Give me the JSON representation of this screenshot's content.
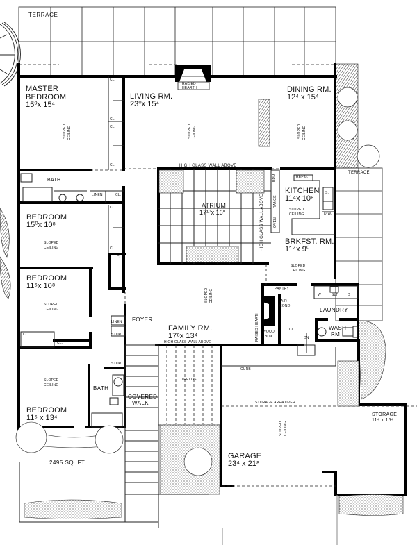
{
  "plan": {
    "total_area": "2495 SQ. FT.",
    "rooms": {
      "master_bedroom": {
        "name_line1": "MASTER",
        "name_line2": "BEDROOM",
        "dims": "15⁰x 15⁴"
      },
      "living_room": {
        "name": "LIVING RM.",
        "dims": "23⁰x 15⁴"
      },
      "dining_room": {
        "name": "DINING RM.",
        "dims": "12⁴ x 15⁴"
      },
      "kitchen": {
        "name": "KITCHEN",
        "dims": "11⁴x 10⁸"
      },
      "breakfast_room": {
        "name": "BRKFST. RM.",
        "dims": "11⁴x 9⁰"
      },
      "atrium": {
        "name": "ATRIUM",
        "dims": "17¹⁰x 16⁰"
      },
      "bedroom_2": {
        "name": "BEDROOM",
        "dims": "15⁰x 10⁸"
      },
      "bedroom_3": {
        "name": "BEDROOM",
        "dims": "11⁶x 10⁸"
      },
      "bedroom_4": {
        "name": "BEDROOM",
        "dims": "11⁶ x 13⁴"
      },
      "family_room": {
        "name": "FAMILY RM.",
        "dims": "17⁸x 13⁴"
      },
      "garage": {
        "name": "GARAGE",
        "dims": "23⁴ x 21⁸"
      },
      "storage": {
        "name": "STORAGE",
        "dims": "11⁴ x 15⁴"
      },
      "laundry": {
        "name": "LAUNDRY"
      },
      "wash_room": {
        "name_line1": "WASH",
        "name_line2": "RM."
      },
      "foyer": {
        "name": "FOYER"
      },
      "bath_upper": {
        "name": "BATH"
      },
      "bath_lower": {
        "name": "BATH"
      },
      "pantry": {
        "name": "PANTRY"
      }
    },
    "outdoor": {
      "terrace_top": "TERRACE",
      "terrace_right": "TERRACE",
      "covered_walk_line1": "COVERED",
      "covered_walk_line2": "WALK",
      "trellis": "TRELLIS"
    },
    "annotations": {
      "raised_hearth": "RAISED HEARTH",
      "raised_hearth_line1": "RAISED",
      "raised_hearth_line2": "HEARTH",
      "sloped": "SLOPED",
      "ceiling": "CEILING",
      "high_glass_wall_above": "HIGH GLASS WALL ABOVE",
      "closet": "CL.",
      "linen": "LINEN",
      "storage_short": "STOR",
      "refrigerator": "REF'G.",
      "range": "RANGE",
      "oven": "OVEN",
      "broom_closet_line1": "BRM",
      "broom_closet_line2": "CL.",
      "sink": "S.",
      "dishwasher": "D.W.",
      "washer": "W",
      "dryer": "D",
      "laundry_tub": "SLT",
      "air_cond_line1": "AIR",
      "air_cond_line2": "COND",
      "wood_box_line1": "WOOD",
      "wood_box_line2": "BOX",
      "down": "DN",
      "curb": "CURB",
      "storage_area_over": "STORAGE AREA OVER"
    }
  }
}
